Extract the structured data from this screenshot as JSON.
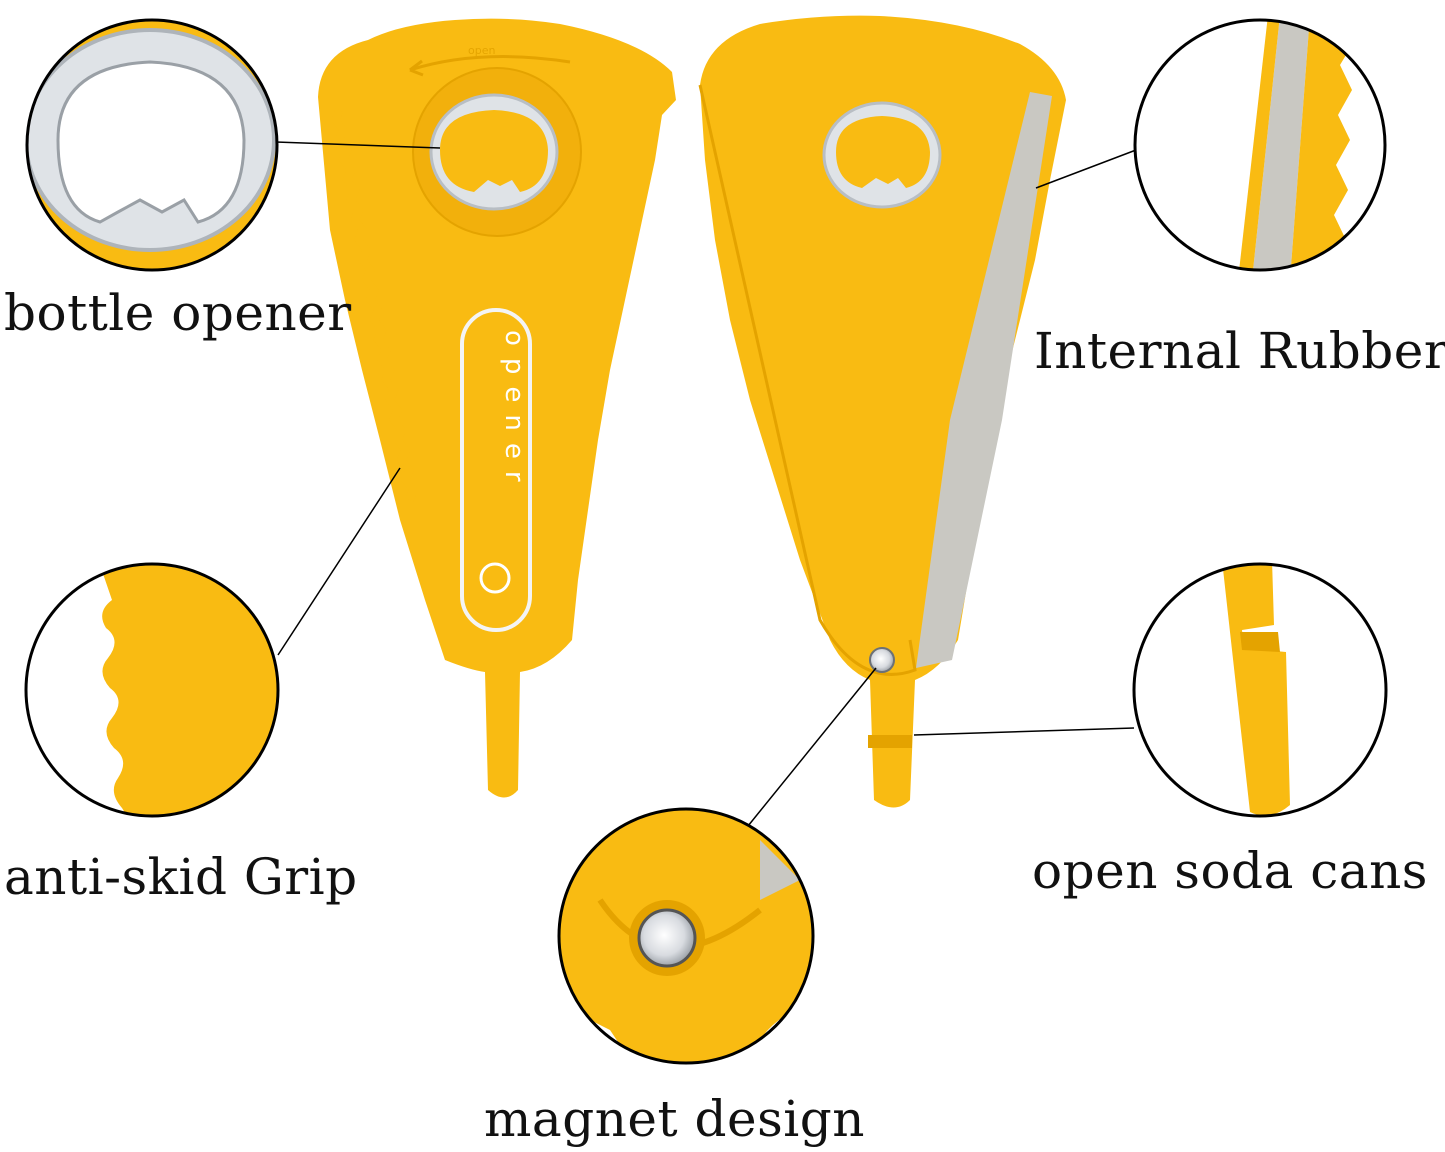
{
  "colors": {
    "product": "#f9bb12",
    "product_shadow": "#e4a300",
    "product_light": "#ffd24a",
    "steel": "#dfe3e7",
    "rubber": "#c9c8c2",
    "outline": "#000000"
  },
  "labels": {
    "bottle_opener": "bottle opener",
    "internal_rubber": "Internal Rubber",
    "anti_skid_grip": "anti-skid Grip",
    "open_soda_cans": "open soda cans",
    "magnet_design": "magnet design"
  },
  "product": {
    "engraving": "opener",
    "arrow_text": "open"
  }
}
